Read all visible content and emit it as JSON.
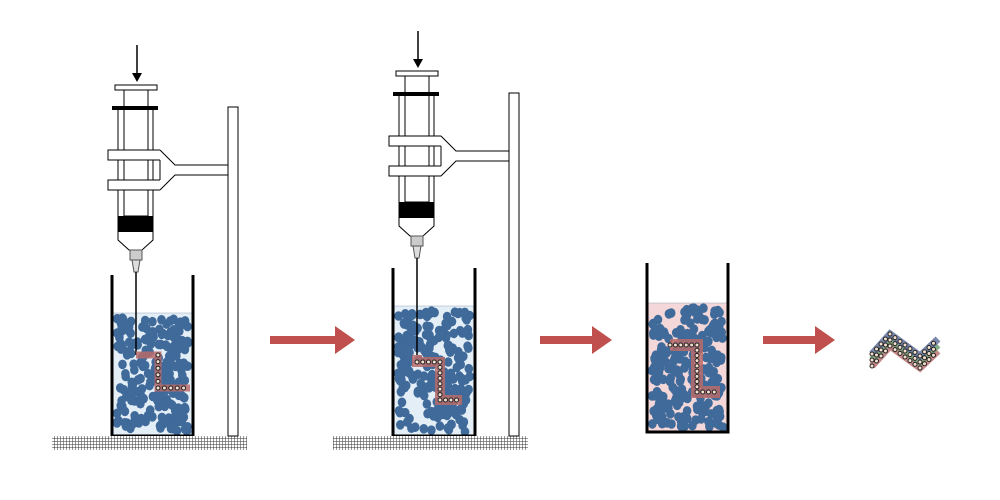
{
  "colors": {
    "bead": "#3f6a9a",
    "liquid": "#e3eef6",
    "liquid_cured": "#f3d7d9",
    "strand": "#b86a6a",
    "arrow": "#c0504d",
    "outline": "#000000"
  },
  "stages": [
    {
      "id": "injection-start",
      "strand_length": "short"
    },
    {
      "id": "injection-end",
      "strand_length": "full"
    },
    {
      "id": "curing"
    },
    {
      "id": "extracted-structure"
    }
  ]
}
